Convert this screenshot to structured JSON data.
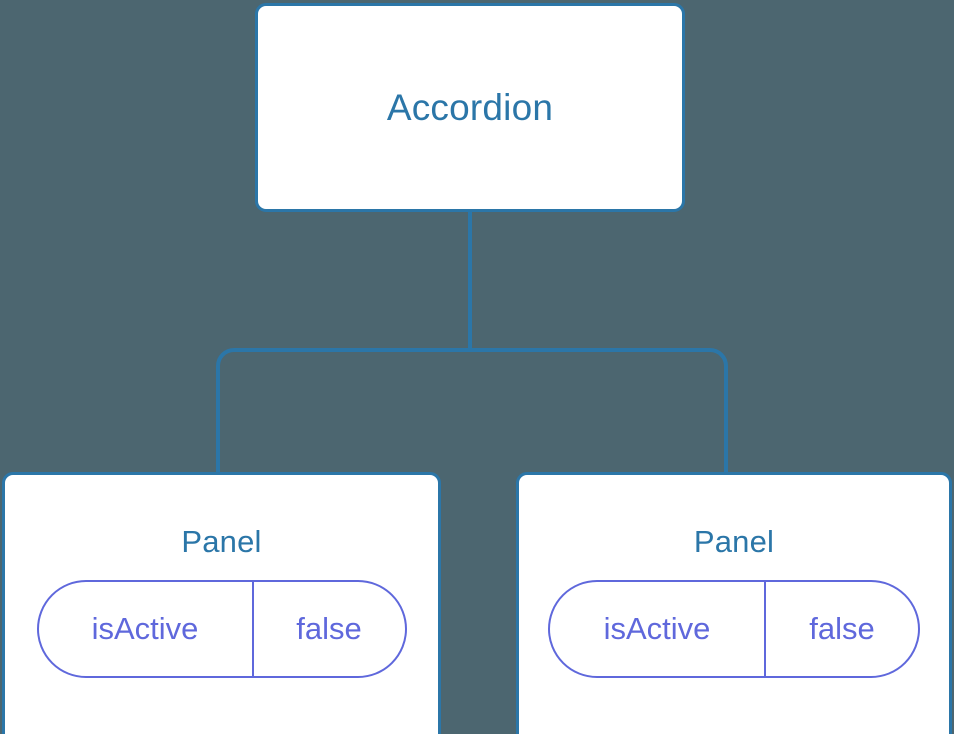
{
  "diagram": {
    "type": "component-tree",
    "background_color": "#4C6670",
    "node_fill": "#FFFFFF",
    "node_border_color": "#2B76A8",
    "node_title_color": "#2B76A8",
    "edge_color": "#2B76A8",
    "prop_color": "#5F68DC",
    "root": {
      "title": "Accordion"
    },
    "children": [
      {
        "title": "Panel",
        "props": [
          {
            "key": "isActive",
            "value": "false"
          }
        ]
      },
      {
        "title": "Panel",
        "props": [
          {
            "key": "isActive",
            "value": "false"
          }
        ]
      }
    ]
  }
}
